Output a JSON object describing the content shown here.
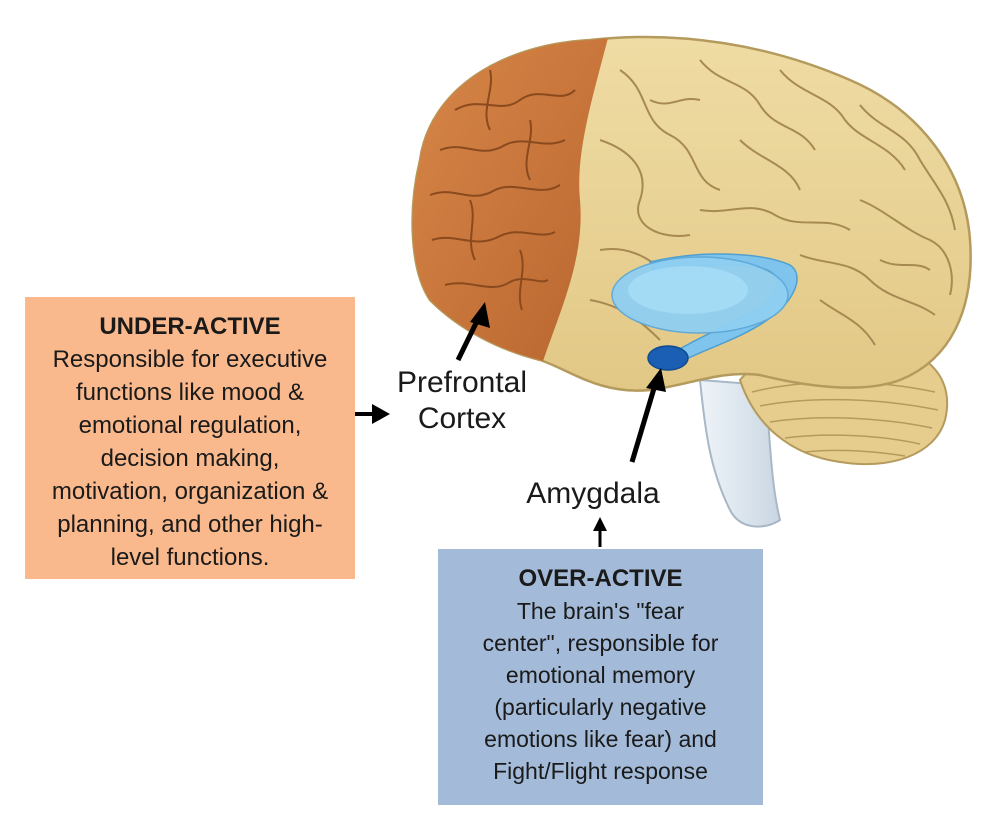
{
  "under_active": {
    "title": "UNDER-ACTIVE",
    "lines": [
      "Responsible for executive",
      "functions like mood &",
      "emotional regulation,",
      "decision making,",
      "motivation, organization &",
      "planning, and other high-",
      "level functions."
    ]
  },
  "over_active": {
    "title": "OVER-ACTIVE",
    "lines": [
      "The  brain's \"fear",
      "center\", responsible for",
      "emotional memory",
      "(particularly negative",
      "emotions like fear) and",
      "Fight/Flight response"
    ]
  },
  "labels": {
    "prefrontal": [
      "Prefrontal",
      "Cortex"
    ],
    "amygdala": "Amygdala"
  },
  "colors": {
    "prefrontal_region": "#c8763c",
    "cortex": "#e8d394",
    "amygdala": "#1a5fb4",
    "hippocampus": "#7fc4ec",
    "under_box": "#f9b98c",
    "over_box": "#a3bbd9"
  }
}
